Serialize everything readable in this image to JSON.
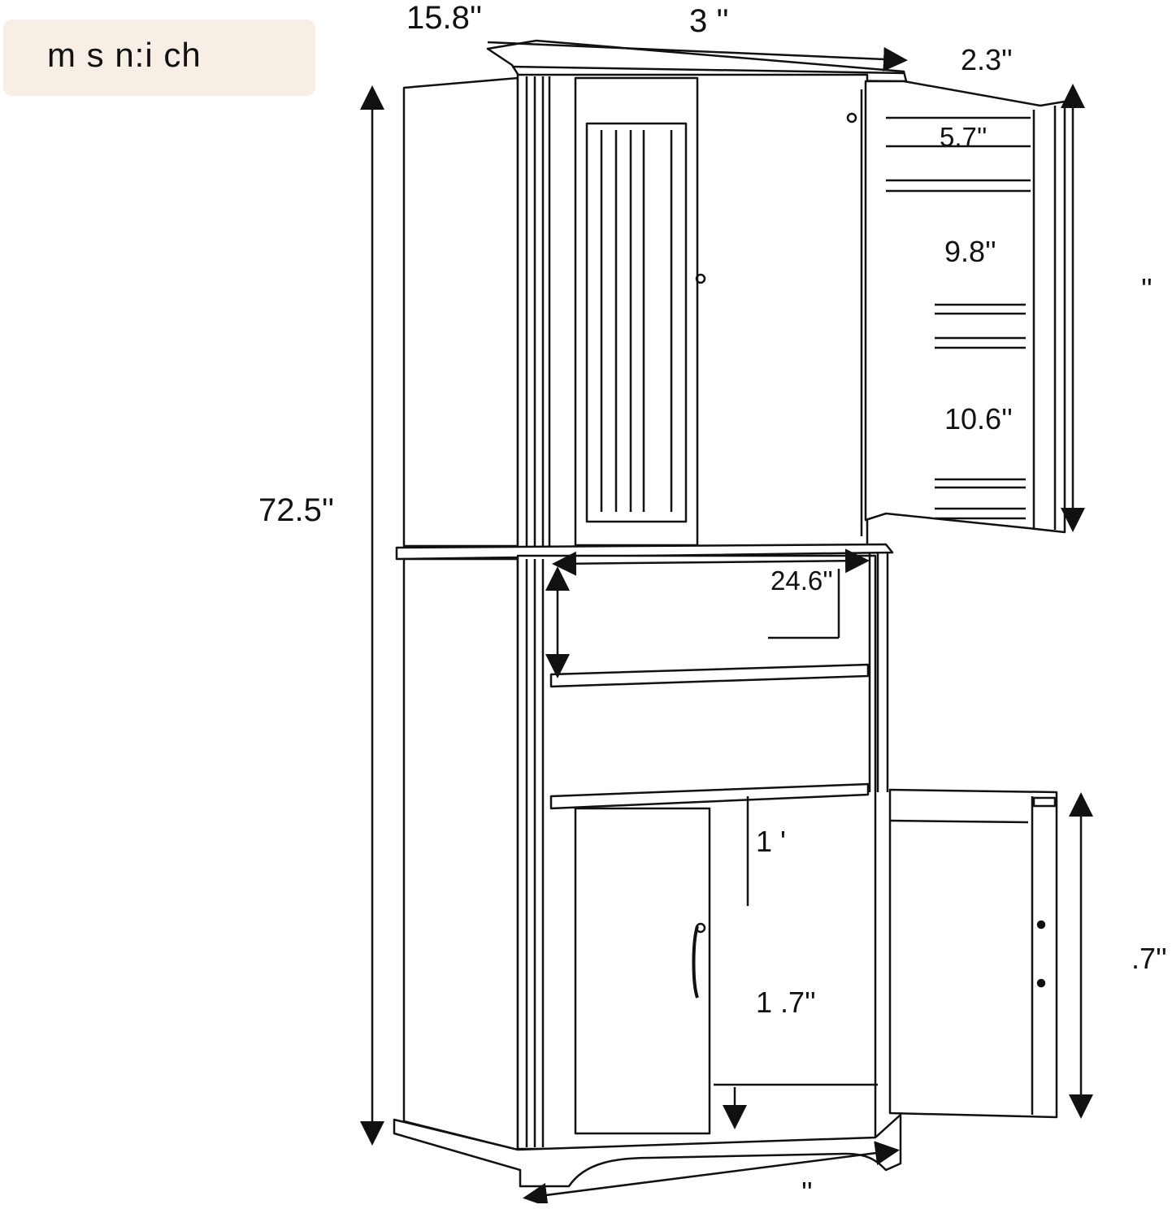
{
  "unit_label": "m  s  n:i ch",
  "dimensions": {
    "depth_top": "15.8''",
    "width_top": "3  ''",
    "door_depth": "2.3''",
    "upper_shelf_gap_1": "5.7''",
    "upper_shelf_gap_2": "9.8''",
    "upper_shelf_gap_3": "10.6''",
    "upper_right_total": "''",
    "total_height": "72.5''",
    "inner_width": "24.6''",
    "lower_shelf_a": "1    '",
    "lower_shelf_b": "1  .7''",
    "lower_door_height": ".7''",
    "bottom_width": "''"
  }
}
